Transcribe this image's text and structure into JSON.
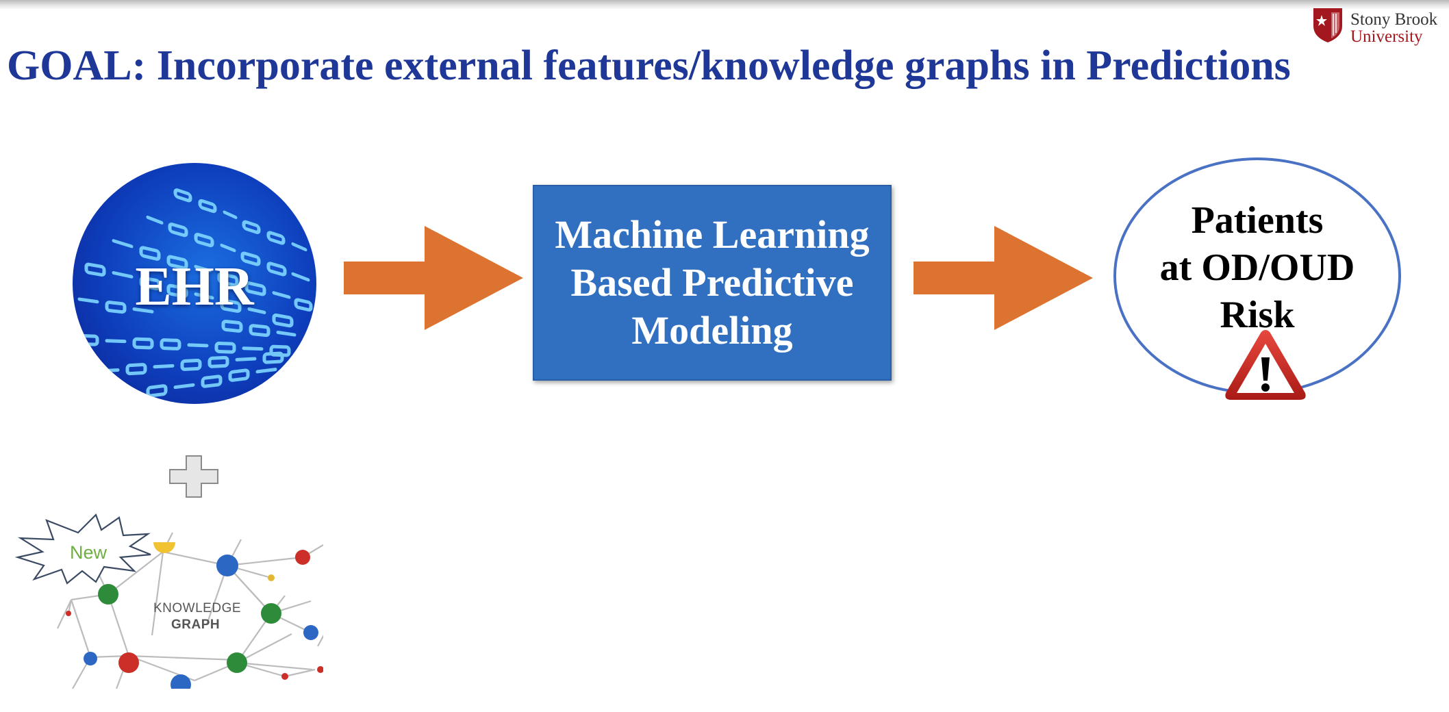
{
  "slide": {
    "title": "GOAL: Incorporate external features/knowledge graphs in Predictions"
  },
  "logo": {
    "line1": "Stony Brook",
    "line2": "University",
    "icon": "shield-star-icon",
    "color": "#a3171e"
  },
  "flow": {
    "input": {
      "label": "EHR"
    },
    "model": {
      "lines": [
        "Machine Learning",
        "Based Predictive",
        "Modeling"
      ]
    },
    "output": {
      "lines": [
        "Patients",
        "at OD/OUD",
        "Risk"
      ],
      "icon": "warning-icon"
    },
    "arrow_color": "#dc7330"
  },
  "knowledge_graph": {
    "burst_label": "New",
    "line1": "KNOWLEDGE",
    "line2": "GRAPH"
  },
  "colors": {
    "title": "#1f3797",
    "model_box": "#3170c1",
    "output_border": "#4a72c4"
  }
}
